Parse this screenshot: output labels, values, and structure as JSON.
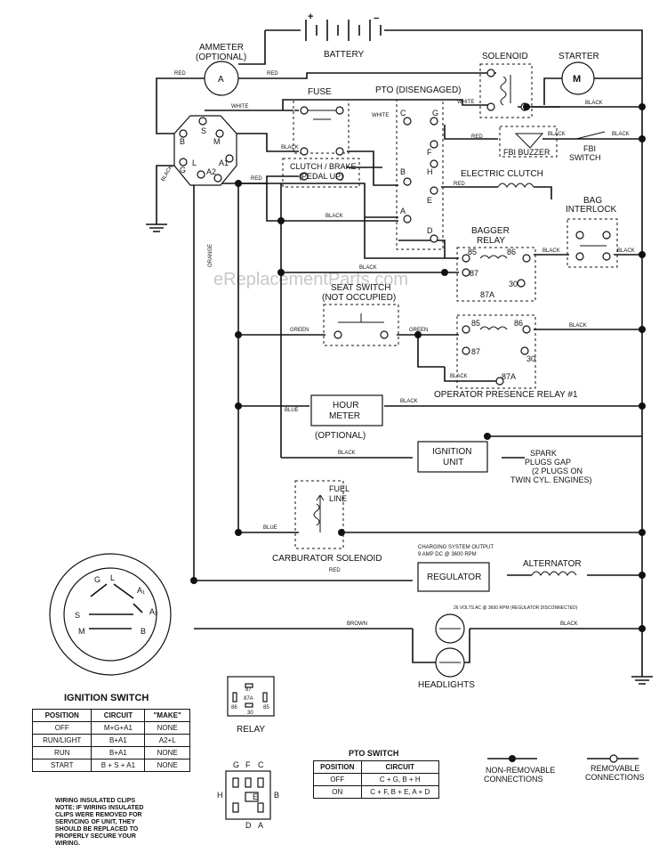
{
  "labels": {
    "ammeter": "AMMETER",
    "ammeter_opt": "(OPTIONAL)",
    "ammeter_a": "A",
    "battery": "BATTERY",
    "battery_plus": "+",
    "battery_minus": "−",
    "solenoid": "SOLENOID",
    "starter": "STARTER",
    "starter_m": "M",
    "fuse": "FUSE",
    "pto_disengaged": "PTO (DISENGAGED)",
    "clutch_brake_1": "CLUTCH / BRAKE",
    "clutch_brake_2": "(PEDAL UP)",
    "fbi_buzzer": "FBI BUZZER",
    "fbi_switch_1": "FBI",
    "fbi_switch_2": "SWITCH",
    "electric_clutch": "ELECTRIC CLUTCH",
    "bag_interlock_1": "BAG",
    "bag_interlock_2": "INTERLOCK",
    "bagger_relay_1": "BAGGER",
    "bagger_relay_2": "RELAY",
    "seat_switch_1": "SEAT SWITCH",
    "seat_switch_2": "(NOT OCCUPIED)",
    "op_presence_relay": "OPERATOR PRESENCE RELAY #1",
    "hour_meter_1": "HOUR",
    "hour_meter_2": "METER",
    "hour_meter_opt": "(OPTIONAL)",
    "ignition_unit_1": "IGNITION",
    "ignition_unit_2": "UNIT",
    "spark_1": "SPARK",
    "spark_2": "PLUGS GAP",
    "spark_3": "(2 PLUGS ON",
    "spark_4": "TWIN CYL. ENGINES)",
    "fuel_line_1": "FUEL",
    "fuel_line_2": "LINE",
    "carb_solenoid": "CARBURATOR SOLENOID",
    "charging_1": "CHARGING SYSTEM OUTPUT",
    "charging_2": "9 AMP DC @ 3600 RPM",
    "regulator": "REGULATOR",
    "alternator": "ALTERNATOR",
    "volts_ac": "26 VOLTS AC @ 3600 RPM (REGULATOR DISCONNECTED)",
    "headlights": "HEADLIGHTS",
    "relay": "RELAY",
    "watermark": "eReplacementParts.com"
  },
  "wires": {
    "red": "RED",
    "white": "WHITE",
    "black": "BLACK",
    "orange": "ORANGE",
    "green": "GREEN",
    "blue": "BLUE",
    "brown": "BROWN"
  },
  "terminals": {
    "ign_b": "B",
    "ign_s": "S",
    "ign_m": "M",
    "ign_g": "G",
    "ign_l": "L",
    "ign_a2": "A2",
    "ign_a1": "A1",
    "pto_c": "C",
    "pto_g": "G",
    "pto_f": "F",
    "pto_h": "H",
    "pto_b": "B",
    "pto_e": "E",
    "pto_a": "A",
    "pto_d": "D",
    "r85": "85",
    "r86": "86",
    "r87": "87",
    "r30": "30",
    "r87a": "87A"
  },
  "ignition_switch": {
    "title": "IGNITION SWITCH",
    "headers": [
      "POSITION",
      "CIRCUIT",
      "\"MAKE\""
    ],
    "rows": [
      [
        "OFF",
        "M+G+A1",
        "NONE"
      ],
      [
        "RUN/LIGHT",
        "B+A1",
        "A2+L"
      ],
      [
        "RUN",
        "B+A1",
        "NONE"
      ],
      [
        "START",
        "B + S + A1",
        "NONE"
      ]
    ],
    "face": {
      "g": "G",
      "l": "L",
      "a1": "A₁",
      "s": "S",
      "a2": "A₂",
      "m": "M",
      "b": "B"
    }
  },
  "pto_switch": {
    "title": "PTO SWITCH",
    "headers": [
      "POSITION",
      "CIRCUIT"
    ],
    "rows": [
      [
        "OFF",
        "C + G, B + H"
      ],
      [
        "ON",
        "C + F, B + E, A + D"
      ]
    ],
    "face": {
      "g": "G",
      "f": "F",
      "c": "C",
      "h": "H",
      "e": "E",
      "b": "B",
      "d": "D",
      "a": "A"
    }
  },
  "relay_face": {
    "r87": "87",
    "r86": "86",
    "r87a": "87A",
    "r85": "85",
    "r30": "30"
  },
  "legend": {
    "non_removable_1": "NON-REMOVABLE",
    "non_removable_2": "CONNECTIONS",
    "removable_1": "REMOVABLE",
    "removable_2": "CONNECTIONS"
  },
  "notes": {
    "clips_1": "WIRING INSULATED CLIPS",
    "clips_2": "NOTE: IF WIRING INSULATED",
    "clips_3": "CLIPS WERE REMOVED FOR",
    "clips_4": "SERVICING OF UNIT, THEY",
    "clips_5": "SHOULD BE REPLACED TO",
    "clips_6": "PROPERLY SECURE YOUR",
    "clips_7": "WIRING."
  }
}
